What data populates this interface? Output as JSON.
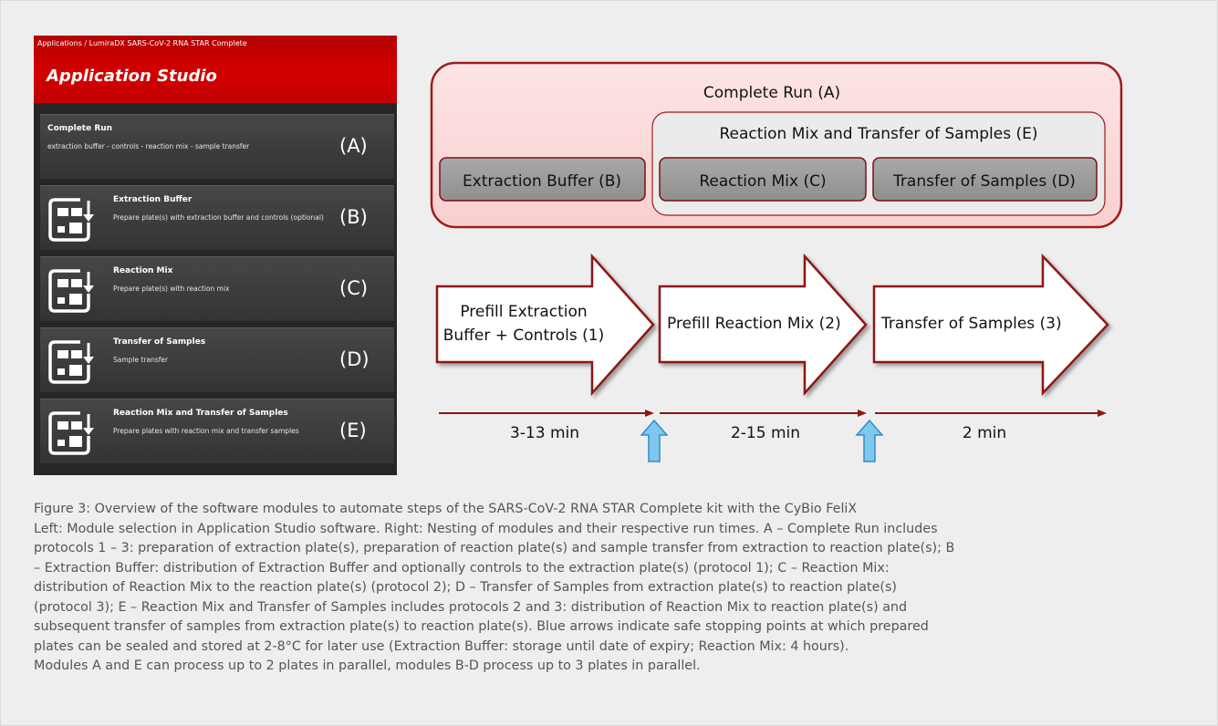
{
  "app": {
    "breadcrumb": "Applications / LumiraDX SARS-CoV-2 RNA STAR Complete",
    "title": "Application Studio",
    "items": [
      {
        "title": "Complete Run",
        "description": "extraction buffer - controls - reaction mix - sample transfer",
        "letter": "(A)",
        "icon": "none"
      },
      {
        "title": "Extraction Buffer",
        "description": "Prepare plate(s) with extraction buffer and controls (optional)",
        "letter": "(B)",
        "icon": "plate-arrow-icon"
      },
      {
        "title": "Reaction Mix",
        "description": "Prepare plate(s) with reaction mix",
        "letter": "(C)",
        "icon": "plate-arrow-icon"
      },
      {
        "title": "Transfer of Samples",
        "description": "Sample transfer",
        "letter": "(D)",
        "icon": "plate-arrow-icon"
      },
      {
        "title": "Reaction Mix and Transfer of Samples",
        "description": "Prepare plates with reaction mix and transfer samples",
        "letter": "(E)",
        "icon": "plate-arrow-icon"
      }
    ]
  },
  "diagram": {
    "outer_label": "Complete Run (A)",
    "inner_label": "Reaction Mix and Transfer of Samples (E)",
    "boxes": [
      "Extraction Buffer (B)",
      "Reaction Mix (C)",
      "Transfer of Samples (D)"
    ],
    "arrows": [
      [
        "Prefill Extraction",
        "Buffer + Controls (1)"
      ],
      [
        "Prefill Reaction Mix (2)"
      ],
      [
        "Transfer of Samples (3)"
      ]
    ],
    "times": [
      "3-13 min",
      "2-15 min",
      "2 min"
    ],
    "colors": {
      "outer_fill": "#fbdada",
      "border": "#9c1c1c",
      "box_fill": "#9b9b9b",
      "inner_fill": "#ebebeb",
      "stop_arrow": "#7ec8ef"
    }
  },
  "caption": [
    "Figure 3: Overview of the software modules to automate steps of the SARS-CoV-2 RNA STAR Complete kit with the CyBio FeliX",
    "Left: Module selection in Application Studio software. Right: Nesting of modules and their respective run times. A – Complete Run includes",
    "protocols 1 – 3: preparation of extraction plate(s), preparation of reaction plate(s) and sample transfer from extraction to reaction plate(s); B",
    "– Extraction Buffer: distribution of Extraction Buffer and optionally controls to the extraction plate(s) (protocol 1); C – Reaction Mix:",
    "distribution of Reaction Mix to the reaction plate(s) (protocol 2); D – Transfer of Samples from extraction plate(s) to reaction plate(s)",
    "(protocol 3); E – Reaction Mix and Transfer of Samples includes protocols 2 and 3: distribution of Reaction Mix to reaction plate(s) and",
    "subsequent transfer of samples from extraction plate(s) to reaction plate(s). Blue arrows indicate safe stopping points at which prepared",
    "plates can be sealed and stored at 2-8°C for later use (Extraction Buffer: storage until date of expiry; Reaction Mix: 4 hours).",
    "Modules A and E can process up to 2 plates in parallel, modules B-D process up to 3 plates in parallel."
  ]
}
